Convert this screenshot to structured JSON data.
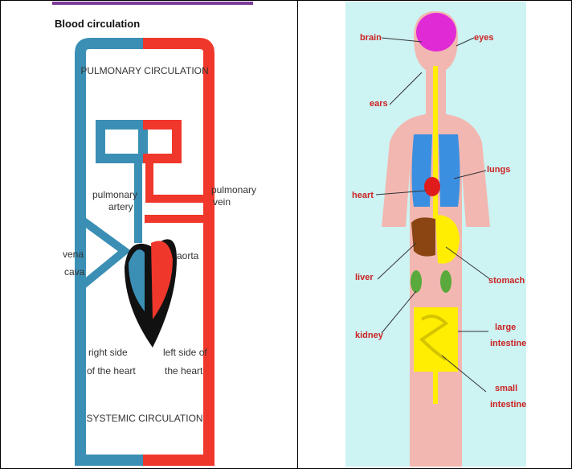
{
  "circulation": {
    "title": "Blood circulation",
    "pulmonary_circulation": "PULMONARY CIRCULATION",
    "systemic_circulation": "SYSTEMIC CIRCULATION",
    "pulmonary_artery_l1": "pulmonary",
    "pulmonary_artery_l2": "artery",
    "pulmonary_vein_l1": "pulmonary",
    "pulmonary_vein_l2": "vein",
    "vena_cava_l1": "vena",
    "vena_cava_l2": "cava",
    "aorta": "aorta",
    "right_side_l1": "right side",
    "right_side_l2": "of the heart",
    "left_side_l1": "left side of",
    "left_side_l2": "the heart",
    "colors": {
      "oxygen_poor": "#3b8fb5",
      "oxygen_rich": "#f0372b",
      "heart": "#111111",
      "accent": "#7b3a96"
    }
  },
  "body": {
    "labels": {
      "brain": "brain",
      "eyes": "eyes",
      "ears": "ears",
      "lungs": "lungs",
      "heart": "heart",
      "liver": "liver",
      "stomach": "stomach",
      "kidney": "kidney",
      "large_intestine_l1": "large",
      "large_intestine_l2": "intestine",
      "small_intestine_l1": "small",
      "small_intestine_l2": "intestine"
    },
    "colors": {
      "background": "#cdf3f3",
      "skin": "#f2b7b0",
      "label": "#cc2222"
    }
  }
}
